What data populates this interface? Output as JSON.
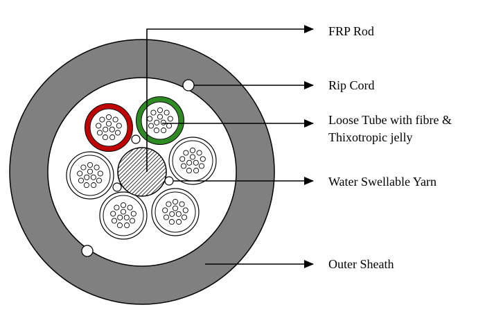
{
  "labels": {
    "frp_rod": "FRP Rod",
    "rip_cord": "Rip Cord",
    "loose_tube_line1": "Loose Tube with fibre &",
    "loose_tube_line2": "Thixotropic jelly",
    "water_swellable_yarn": "Water Swellable Yarn",
    "outer_sheath": "Outer Sheath"
  },
  "colors": {
    "outer_sheath": "#808080",
    "line": "#000000",
    "fill_white": "#ffffff",
    "tube_red": "#c00000",
    "tube_green": "#2e8b22"
  },
  "components": {
    "loose_tube_count": 6,
    "fibres_per_tube": 12,
    "highlighted_tubes": [
      "red",
      "green"
    ]
  }
}
